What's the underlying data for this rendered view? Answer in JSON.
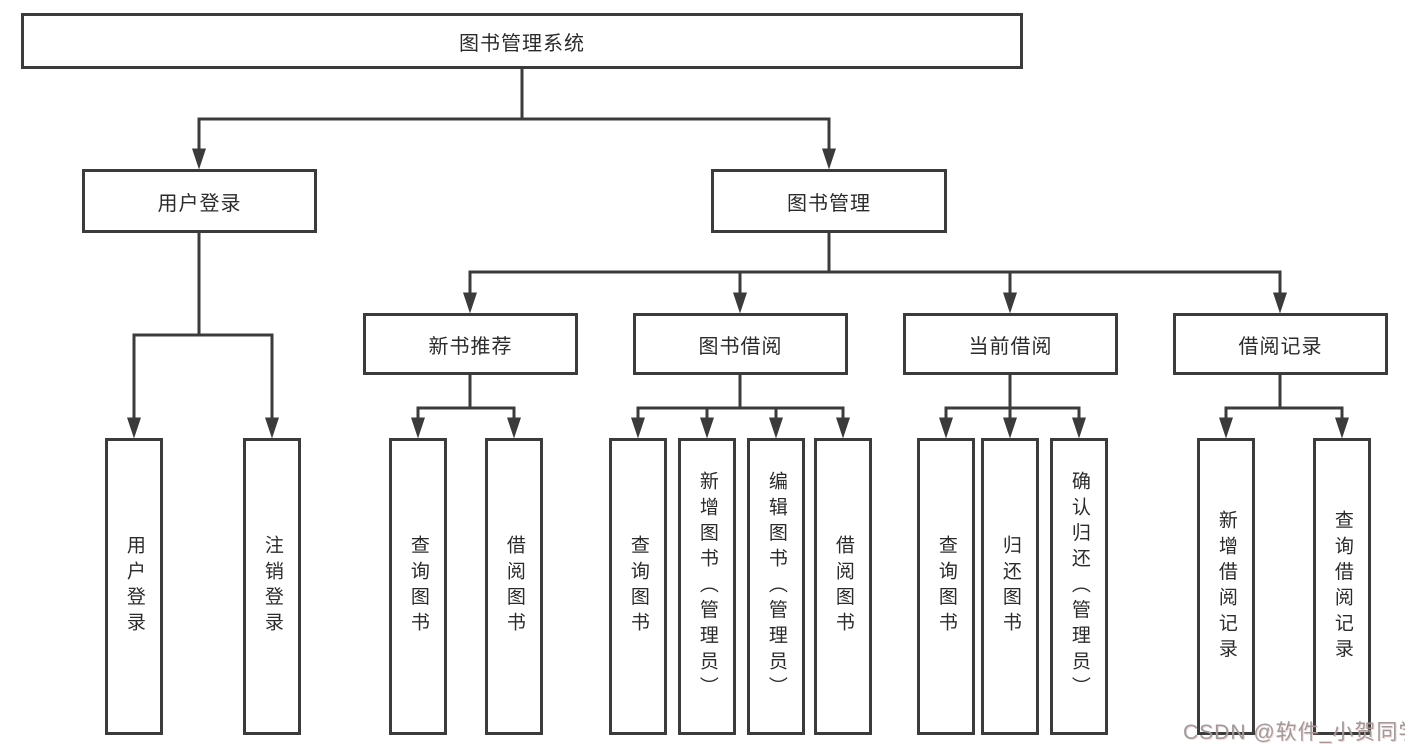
{
  "colors": {
    "line": "#3b3b3b",
    "box_border": "#3b3b3b",
    "text": "#2b2b2b",
    "watermark_text": "#9c9c9c",
    "background": "#ffffff"
  },
  "diagram": {
    "root": "图书管理系统",
    "level2": {
      "user_login": "用户登录",
      "book_management": "图书管理"
    },
    "level3": {
      "new_book_recommend": "新书推荐",
      "book_borrowing": "图书借阅",
      "current_borrowing": "当前借阅",
      "borrowing_records": "借阅记录"
    },
    "leaves": {
      "user_login_children": [
        "用户登录",
        "注销登录"
      ],
      "new_book_recommend_children": [
        "查询图书",
        "借阅图书"
      ],
      "book_borrowing_children": [
        "查询图书",
        "新增图书（管理员）",
        "编辑图书（管理员）",
        "借阅图书"
      ],
      "current_borrowing_children": [
        "查询图书",
        "归还图书",
        "确认归还（管理员）"
      ],
      "borrowing_records_children": [
        "新增借阅记录",
        "查询借阅记录"
      ]
    }
  },
  "watermark": "CSDN @软件_小贺同学"
}
